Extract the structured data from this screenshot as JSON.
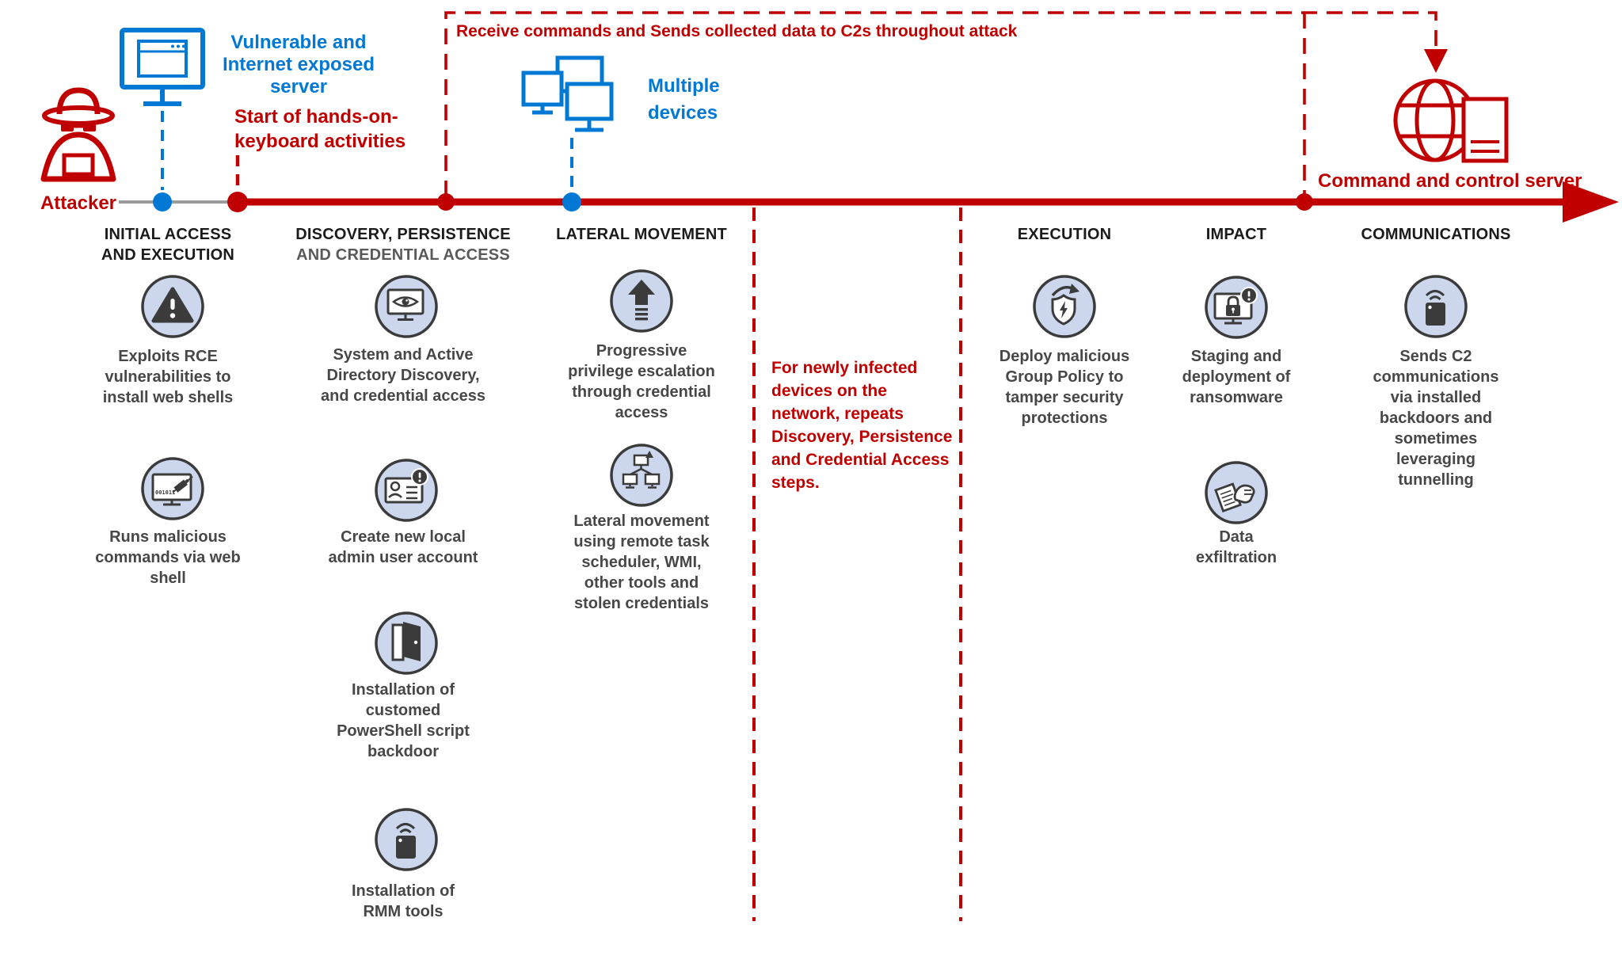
{
  "title": "Ransomware attack chain timeline",
  "colors": {
    "accent_red": "#C00000",
    "accent_blue": "#0078D4",
    "icon_circle_fill": "#CCD7EE",
    "icon_glyph": "#3B3B3B",
    "caption_text": "#474747",
    "header_primary": "#1B1B1B",
    "header_secondary": "#595959",
    "timeline_gray": "#9B9B9B"
  },
  "top_annotations": {
    "attacker_label": "Attacker",
    "vulnerable_server_lines": [
      "Vulnerable and",
      "Internet exposed",
      "server"
    ],
    "hands_on_lines": [
      "Start of hands-on-",
      "keyboard activities"
    ],
    "c2_banner": "Receive commands and Sends collected data to C2s throughout attack",
    "multiple_devices_lines": [
      "Multiple",
      "devices"
    ],
    "c2_server_label": "Command and control server",
    "icons": [
      "attacker-icon",
      "exposed-server-monitor-icon",
      "multiple-devices-icon",
      "c2-globe-server-icon"
    ]
  },
  "repeat_note_lines": [
    "For newly infected",
    "devices on the",
    "network, repeats",
    "Discovery, Persistence",
    "and Credential Access",
    "steps."
  ],
  "phases": [
    {
      "header_lines": [
        "INITIAL ACCESS",
        "AND EXECUTION"
      ],
      "items": [
        {
          "icon": "warning-icon",
          "caption_lines": [
            "Exploits RCE",
            "vulnerabilities to",
            "install web shells"
          ]
        },
        {
          "icon": "web-shell-command-icon",
          "caption_lines": [
            "Runs malicious",
            "commands via web",
            "shell"
          ]
        }
      ]
    },
    {
      "header_lines": [
        "DISCOVERY, PERSISTENCE",
        "AND CREDENTIAL ACCESS"
      ],
      "items": [
        {
          "icon": "discovery-eye-icon",
          "caption_lines": [
            "System and Active",
            "Directory Discovery,",
            "and credential access"
          ]
        },
        {
          "icon": "new-account-icon",
          "caption_lines": [
            "Create new local",
            "admin user account"
          ]
        },
        {
          "icon": "backdoor-door-icon",
          "caption_lines": [
            "Installation of",
            "customed",
            "PowerShell script",
            "backdoor"
          ]
        },
        {
          "icon": "rmm-device-icon",
          "caption_lines": [
            "Installation of",
            "RMM tools"
          ]
        }
      ]
    },
    {
      "header_lines": [
        "LATERAL MOVEMENT"
      ],
      "items": [
        {
          "icon": "privilege-escalation-icon",
          "caption_lines": [
            "Progressive",
            "privilege escalation",
            "through credential",
            "access"
          ]
        },
        {
          "icon": "lateral-network-icon",
          "caption_lines": [
            "Lateral movement",
            "using remote task",
            "scheduler, WMI,",
            "other tools and",
            "stolen credentials"
          ]
        }
      ]
    },
    {
      "header_lines": [
        "EXECUTION"
      ],
      "items": [
        {
          "icon": "group-policy-shield-icon",
          "caption_lines": [
            "Deploy malicious",
            "Group Policy to",
            "tamper security",
            "protections"
          ]
        }
      ]
    },
    {
      "header_lines": [
        "IMPACT"
      ],
      "items": [
        {
          "icon": "ransomware-lock-icon",
          "caption_lines": [
            "Staging and",
            "deployment of",
            "ransomware"
          ]
        },
        {
          "icon": "data-exfiltration-icon",
          "caption_lines": [
            "Data",
            "exfiltration"
          ]
        }
      ]
    },
    {
      "header_lines": [
        "COMMUNICATIONS"
      ],
      "items": [
        {
          "icon": "c2-communications-icon",
          "caption_lines": [
            "Sends C2",
            "communications",
            "via installed",
            "backdoors and",
            "sometimes",
            "leveraging",
            "tunnelling"
          ]
        }
      ]
    }
  ]
}
